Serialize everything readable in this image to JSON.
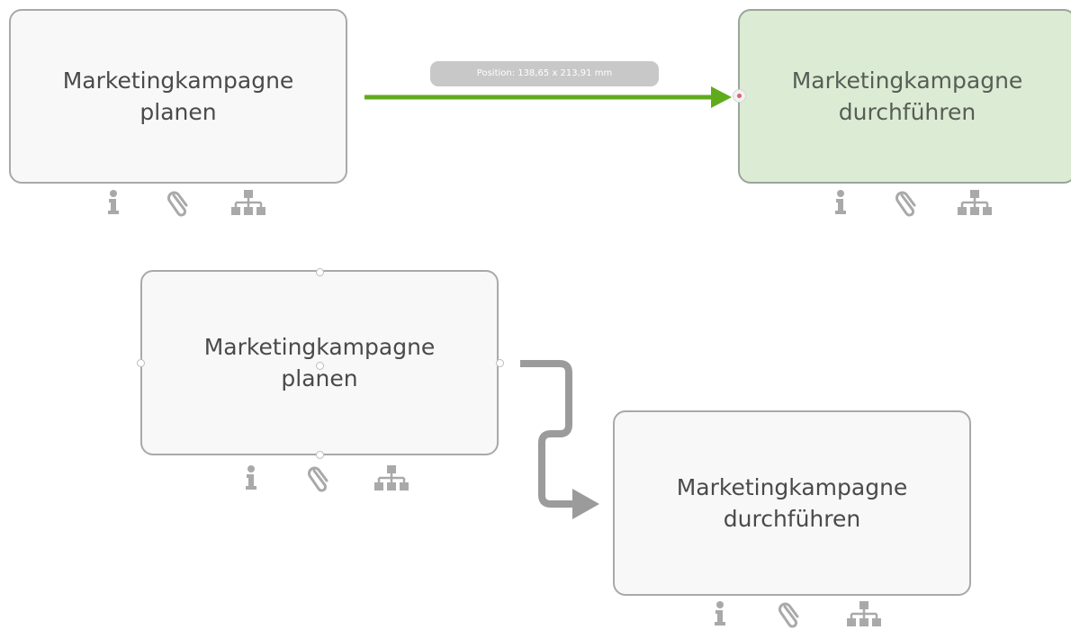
{
  "connection_tooltip": "Position: 138,65 x 213,91 mm",
  "colors": {
    "active_connector": "#5fab1c",
    "routed_connector": "#9b9b9b",
    "active_node_fill": "#dcebd4",
    "node_fill": "#f8f8f8",
    "icon": "#a9a9a9"
  },
  "nodes": [
    {
      "label": "Marketingkampagne\nplanen",
      "state": "default",
      "icons": [
        "info-icon",
        "paperclip-icon",
        "hierarchy-icon"
      ]
    },
    {
      "label": "Marketingkampagne\ndurchführen",
      "state": "drop-target-highlighted",
      "icons": [
        "info-icon",
        "paperclip-icon",
        "hierarchy-icon"
      ]
    },
    {
      "label": "Marketingkampagne\nplanen",
      "state": "selected",
      "icons": [
        "info-icon",
        "paperclip-icon",
        "hierarchy-icon"
      ]
    },
    {
      "label": "Marketingkampagne\ndurchführen",
      "state": "default",
      "icons": [
        "info-icon",
        "paperclip-icon",
        "hierarchy-icon"
      ]
    }
  ]
}
